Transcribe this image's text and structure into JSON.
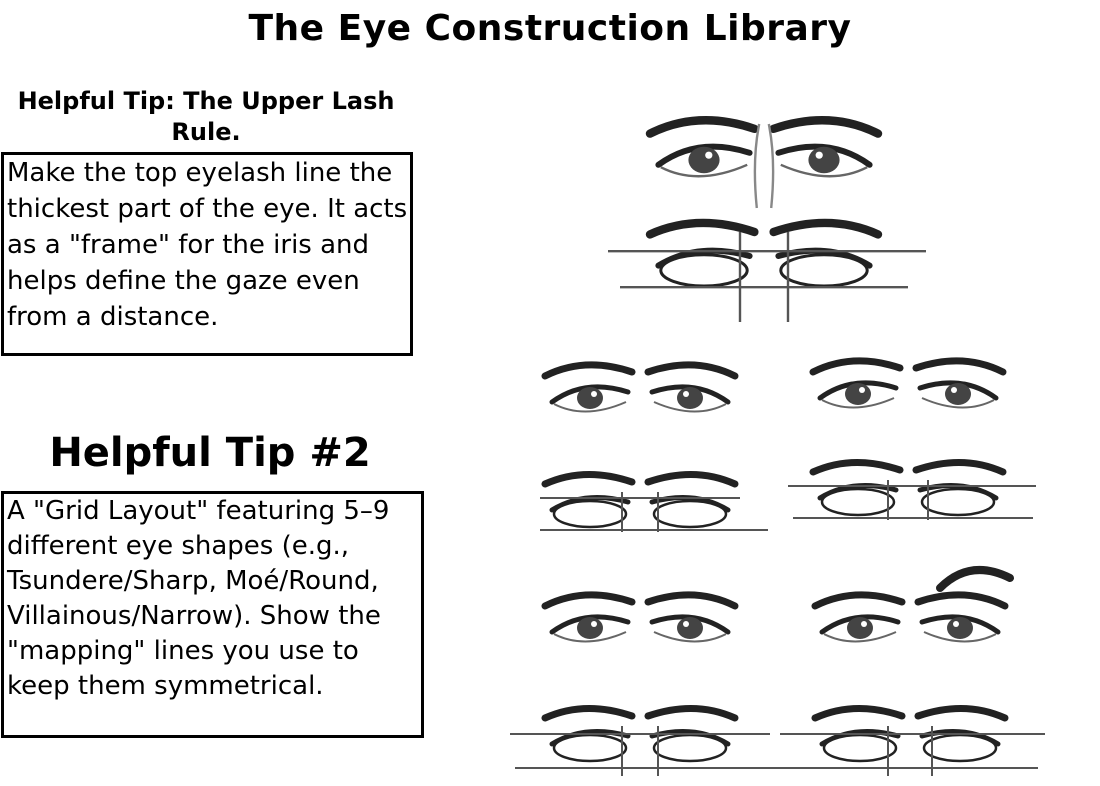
{
  "title": "The Eye Construction Library",
  "tip1": {
    "heading": "Helpful Tip: The Upper Lash Rule.",
    "body": "Make the top eyelash line the thickest part of the eye. It acts as a \"frame\" for the iris and helps define the gaze even from a distance."
  },
  "tip2": {
    "heading": "Helpful Tip #2",
    "body": "A \"Grid Layout\" featuring 5–9 different eye shapes (e.g., Tsundere/Sharp, Moé/Round, Villainous/Narrow). Show the \"mapping\" lines you use to keep them symmetrical."
  },
  "illustration": {
    "style": "pencil sketch of paired eyes with mapping guide lines",
    "ink_color": "#222222",
    "guide_color": "#555555"
  }
}
